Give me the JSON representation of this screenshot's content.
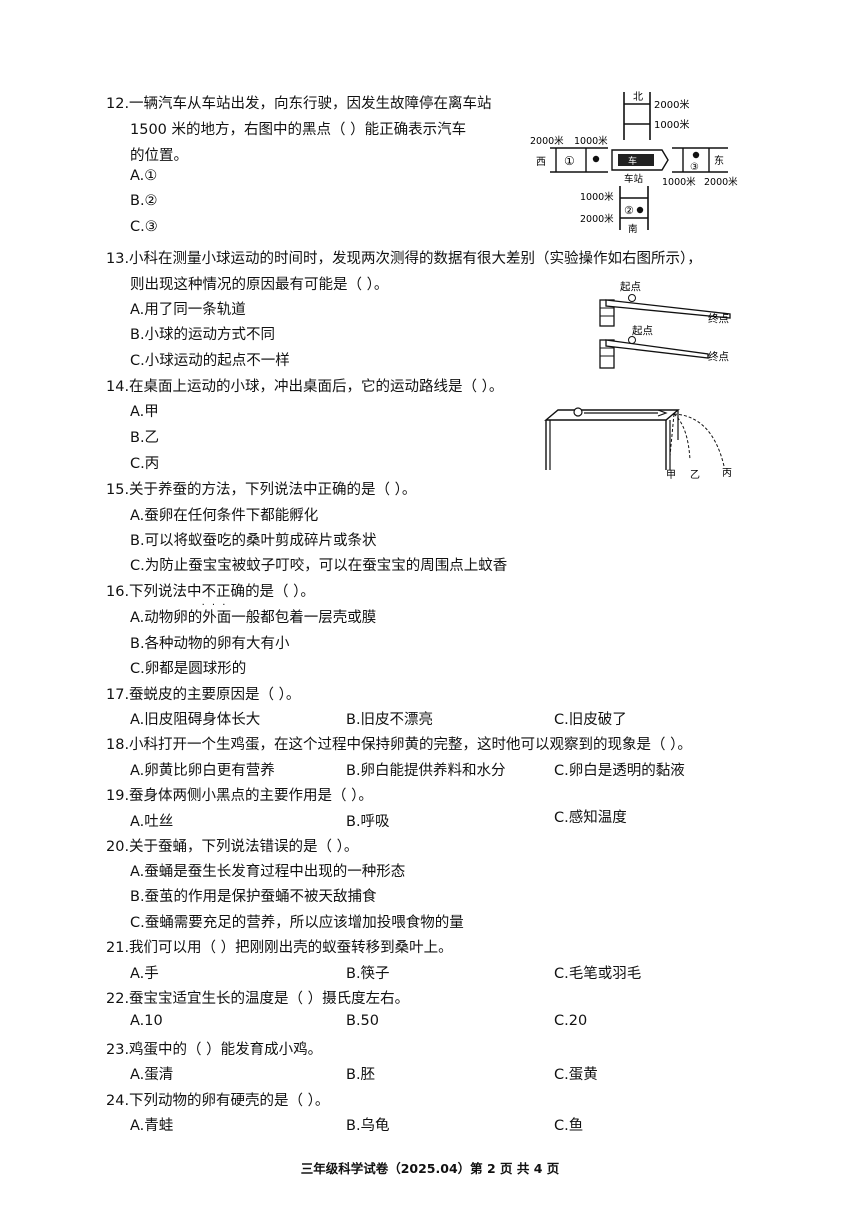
{
  "q12": {
    "stem1": "12.一辆汽车从车站出发，向东行驶，因发生故障停在离车站",
    "stem2": "1500 米的地方，右图中的黑点（      ）能正确表示汽车",
    "stem3": "的位置。",
    "a": "A.①",
    "b": "B.②",
    "c": "C.③",
    "fig": {
      "north": "北",
      "south": "南",
      "west": "西",
      "east": "东",
      "station": "车站",
      "n1": "2000米",
      "n2": "1000米",
      "w1": "2000米",
      "w2": "1000米",
      "e1": "1000米",
      "e2": "2000米",
      "s1": "1000米",
      "s2": "2000米",
      "m1": "①",
      "m2": "②",
      "m3": "③"
    }
  },
  "q13": {
    "stem1": "13.小科在测量小球运动的时间时，发现两次测得的数据有很大差别（实验操作如右图所示），",
    "stem2": "则出现这种情况的原因最有可能是（      ）。",
    "a": "A.用了同一条轨道",
    "b": "B.小球的运动方式不同",
    "c": "C.小球运动的起点不一样",
    "fig": {
      "start1": "起点",
      "end1": "终点",
      "start2": "起点",
      "end2": "终点"
    }
  },
  "q14": {
    "stem": "14.在桌面上运动的小球，冲出桌面后，它的运动路线是（      ）。",
    "a": "A.甲",
    "b": "B.乙",
    "c": "C.丙",
    "fig": {
      "p1": "甲",
      "p2": "乙",
      "p3": "丙"
    }
  },
  "q15": {
    "stem": "15.关于养蚕的方法，下列说法中正确的是（      ）。",
    "a": "A.蚕卵在任何条件下都能孵化",
    "b": "B.可以将蚁蚕吃的桑叶剪成碎片或条状",
    "c": "C.为防止蚕宝宝被蚊子叮咬，可以在蚕宝宝的周围点上蚊香"
  },
  "q16": {
    "stem_pre": "16.下列说法中",
    "stem_em": "不正确",
    "stem_post": "的是（      ）。",
    "a": "A.动物卵的外面一般都包着一层壳或膜",
    "b": "B.各种动物的卵有大有小",
    "c": "C.卵都是圆球形的"
  },
  "q17": {
    "stem": "17.蚕蜕皮的主要原因是（      ）。",
    "a": "A.旧皮阻碍身体长大",
    "b": "B.旧皮不漂亮",
    "c": "C.旧皮破了"
  },
  "q18": {
    "stem": "18.小科打开一个生鸡蛋，在这个过程中保持卵黄的完整，这时他可以观察到的现象是（      ）。",
    "a": "A.卵黄比卵白更有营养",
    "b": "B.卵白能提供养料和水分",
    "c": "C.卵白是透明的黏液"
  },
  "q19": {
    "stem": "19.蚕身体两侧小黑点的主要作用是（      ）。",
    "a": "A.吐丝",
    "b": "B.呼吸",
    "c": "C.感知温度"
  },
  "q20": {
    "stem": "20.关于蚕蛹，下列说法错误的是（      ）。",
    "a": "A.蚕蛹是蚕生长发育过程中出现的一种形态",
    "b": "B.蚕茧的作用是保护蚕蛹不被天敌捕食",
    "c": "C.蚕蛹需要充足的营养，所以应该增加投喂食物的量"
  },
  "q21": {
    "stem": "21.我们可以用（      ）把刚刚出壳的蚁蚕转移到桑叶上。",
    "a": "A.手",
    "b": "B.筷子",
    "c": "C.毛笔或羽毛"
  },
  "q22": {
    "stem": "22.蚕宝宝适宜生长的温度是（      ）摄氏度左右。",
    "a": "A.10",
    "b": "B.50",
    "c": "C.20"
  },
  "q23": {
    "stem": "23.鸡蛋中的（      ）能发育成小鸡。",
    "a": "A.蛋清",
    "b": "B.胚",
    "c": "C.蛋黄"
  },
  "q24": {
    "stem": "24.下列动物的卵有硬壳的是（      ）。",
    "a": "A.青蛙",
    "b": "B.乌龟",
    "c": "C.鱼"
  },
  "footer": "三年级科学试卷（2025.04）第 2 页  共 4 页"
}
